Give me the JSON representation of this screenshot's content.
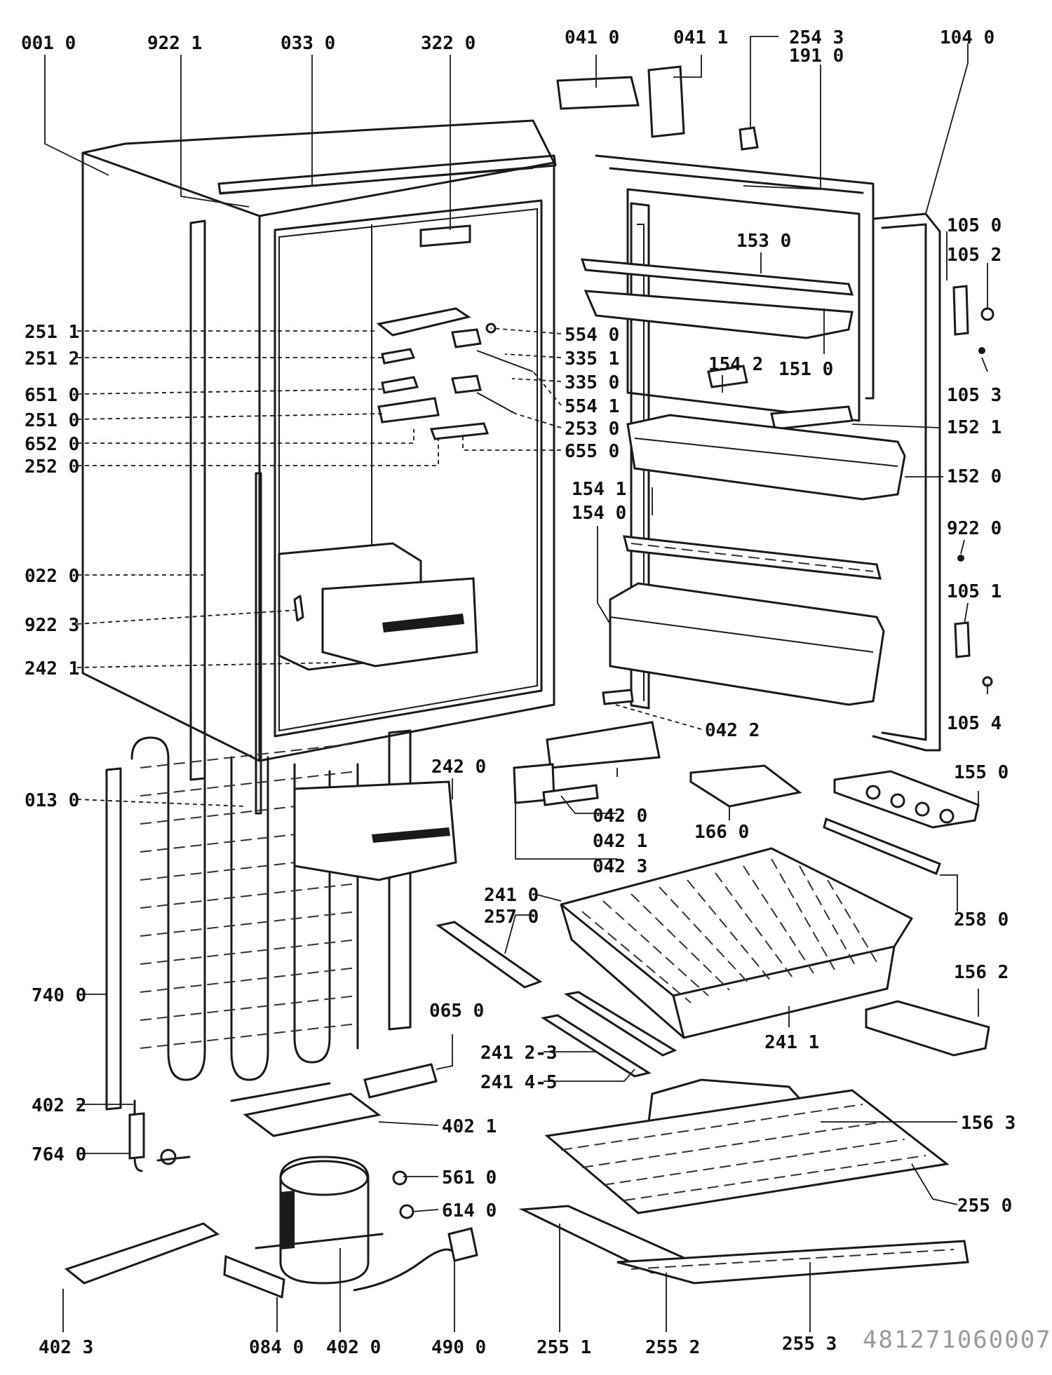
{
  "diagram": {
    "document_number": "481271060007",
    "part_labels": {
      "p0010": "001 0",
      "p9221": "922 1",
      "p0330": "033 0",
      "p3220": "322 0",
      "p0410": "041 0",
      "p0411": "041 1",
      "p2543": "254 3",
      "p1910": "191 0",
      "p1040": "104 0",
      "p1050": "105 0",
      "p1052": "105 2",
      "p1530": "153 0",
      "p1510": "151 0",
      "p1542": "154 2",
      "p1053": "105 3",
      "p1521": "152 1",
      "p1520": "152 0",
      "p1541": "154 1",
      "p1540": "154 0",
      "p9220": "922 0",
      "p1051": "105 1",
      "p1054": "105 4",
      "p2511": "251 1",
      "p2512": "251 2",
      "p6510": "651 0",
      "p2510": "251 0",
      "p6520": "652 0",
      "p2520": "252 0",
      "p5540": "554 0",
      "p3351": "335 1",
      "p3350": "335 0",
      "p5541": "554 1",
      "p2530": "253 0",
      "p6550": "655 0",
      "p0220": "022 0",
      "p9223": "922 3",
      "p2421": "242 1",
      "p0130": "013 0",
      "p2420": "242 0",
      "p0422": "042 2",
      "p0420": "042 0",
      "p0421": "042 1",
      "p0423": "042 3",
      "p1550": "155 0",
      "p1660": "166 0",
      "p2580": "258 0",
      "p2410": "241 0",
      "p2570": "257 0",
      "p1562": "156 2",
      "p2411": "241 1",
      "p7400": "740 0",
      "p0650": "065 0",
      "p24123": "241 2-3",
      "p24145": "241 4-5",
      "p4022": "402 2",
      "p4021": "402 1",
      "p1563": "156 3",
      "p7640": "764 0",
      "p5610": "561 0",
      "p6140": "614 0",
      "p2550": "255 0",
      "p4023": "402 3",
      "p0840": "084 0",
      "p4020": "402 0",
      "p4900": "490 0",
      "p2551": "255 1",
      "p2552": "255 2",
      "p2553": "255 3"
    }
  }
}
